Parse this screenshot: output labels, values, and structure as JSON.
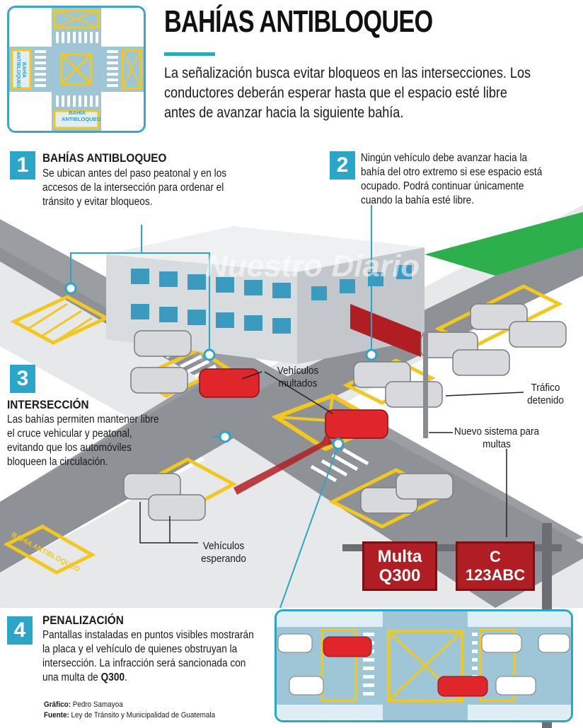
{
  "header": {
    "title": "BAHÍAS ANTIBLOQUEO",
    "intro": "La señalización busca evitar bloqueos en las intersecciones. Los conductores deberán esperar hasta que el espacio esté libre antes de avanzar hacia la siguiente bahía."
  },
  "thumbnail": {
    "left_label": "BAHÍA ANTIBLOQUEO",
    "bottom_label": "BAHÍA ANTIBLOQUEO"
  },
  "sections": [
    {
      "number": "1",
      "title": "BAHÍAS ANTIBLOQUEO",
      "text": "Se ubican antes del paso peatonal y en los accesos de la intersección para ordenar el tránsito y evitar bloqueos."
    },
    {
      "number": "2",
      "title": "",
      "text": "Ningún vehículo debe avanzar hacia la bahía del otro extremo si ese espacio está ocupado. Podrá continuar únicamente cuando la bahía esté libre."
    },
    {
      "number": "3",
      "title": "INTERSECCIÓN",
      "text": "Las bahías permiten mantener libre el cruce vehicular y peatonal, evitando que los automóviles bloqueen la circulación."
    },
    {
      "number": "4",
      "title": "PENALIZACIÓN",
      "text_before": "Pantallas instaladas en puntos visibles mostrarán la placa y el vehículo de quienes obstruyan la intersección. La infracción será sancionada con una multa de ",
      "text_bold": "Q300",
      "text_after": "."
    }
  ],
  "callouts": {
    "fined": "Vehículos multados",
    "stopped": "Tráfico detenido",
    "system": "Nuevo sistema para multas",
    "waiting": "Vehículos esperando",
    "road_label": "BAHÍA ANTIBLOQUEO"
  },
  "signs": {
    "fine": "Multa Q300",
    "plate": "C 123ABC"
  },
  "watermark": "Nuestro Diario",
  "credits": {
    "graphic_label": "Gráfico:",
    "graphic_value": "Pedro Samayoa",
    "source_label": "Fuente:",
    "source_value": "Ley de Tránsito y Municipalidad de Guatemala"
  },
  "colors": {
    "accent": "#2aa6c9",
    "sign_red": "#b01e23",
    "road": "#8e9296",
    "bay_yellow": "#f2c81c"
  }
}
